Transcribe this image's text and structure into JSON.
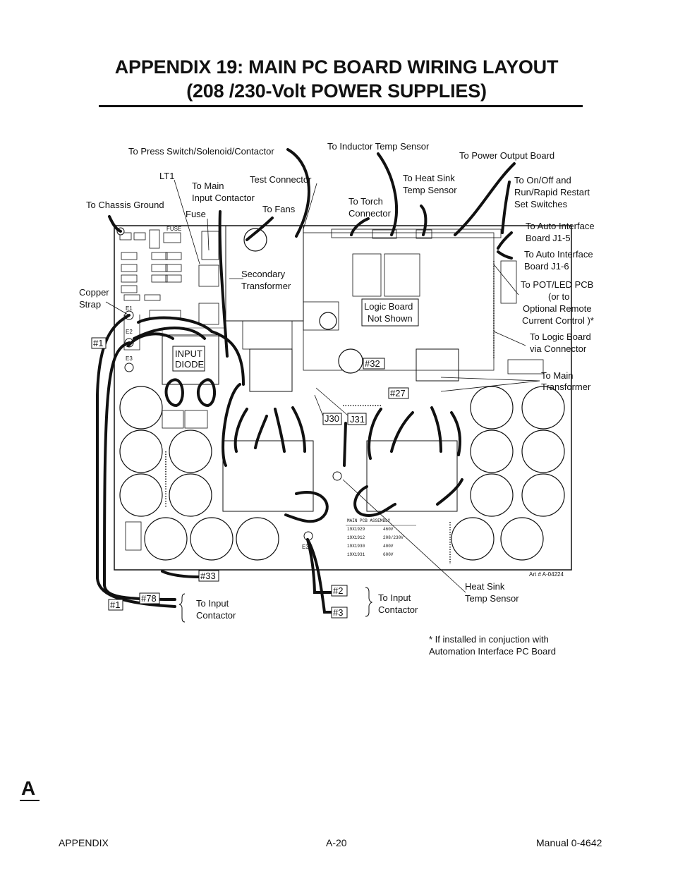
{
  "title": {
    "line1": "APPENDIX 19:  MAIN PC BOARD WIRING LAYOUT",
    "line2": "(208 /230-Volt POWER SUPPLIES)"
  },
  "labels": {
    "press_switch": "To Press Switch/Solenoid/Contactor",
    "inductor_temp": "To Inductor Temp Sensor",
    "power_output": "To Power Output Board",
    "lt1": "LT1",
    "main_contactor_1": "To Main",
    "main_contactor_2": "Input Contactor",
    "test_connector": "Test Connector",
    "heat_sink_1": "To Heat Sink",
    "heat_sink_2": "Temp Sensor",
    "onoff_1": "To On/Off and",
    "onoff_2": "Run/Rapid Restart",
    "onoff_3": "Set Switches",
    "chassis_ground": "To Chassis Ground",
    "fuse": "Fuse",
    "fans": "To Fans",
    "torch_1": "To Torch",
    "torch_2": "Connector",
    "auto_j15_1": "To Auto Interface",
    "auto_j15_2": "Board J1-5",
    "auto_j16_1": "To Auto Interface",
    "auto_j16_2": "Board J1-6",
    "pot_1": "To POT/LED PCB",
    "pot_2": "(or to",
    "pot_3": "Optional Remote",
    "pot_4": "Current Control )*",
    "secondary_1": "Secondary",
    "secondary_2": "Transformer",
    "copper_1": "Copper",
    "copper_2": "Strap",
    "logic_board_1": "Logic Board",
    "logic_board_2": "Not Shown",
    "logic_conn_1": "To Logic Board",
    "logic_conn_2": "via Connector",
    "main_xfmr_1": "To Main",
    "main_xfmr_2": "Transformer",
    "input_diode_1": "INPUT",
    "input_diode_2": "DIODE",
    "j30": "J30",
    "j31": "J31",
    "w1a": "#1",
    "w32": "#32",
    "w27": "#27",
    "w33": "#33",
    "w78": "#78",
    "w1b": "#1",
    "w2": "#2",
    "w3": "#3",
    "input_contactor_l1": "To Input",
    "input_contactor_l2": "Contactor",
    "input_contactor_r1": "To Input",
    "input_contactor_r2": "Contactor",
    "hs_sensor_1": "Heat Sink",
    "hs_sensor_2": "Temp Sensor",
    "art": "Art # A-04224",
    "footnote_1": "* If installed in conjuction with",
    "footnote_2": "Automation Interface PC Board"
  },
  "assembly_table": {
    "heading": "MAIN PCB ASSEMBLY",
    "rows": [
      [
        "19X1929",
        "460V"
      ],
      [
        "19X1912",
        "208/230V"
      ],
      [
        "19X1930",
        "400V"
      ],
      [
        "19X1931",
        "600V"
      ]
    ]
  },
  "board_marks": {
    "e1": "E1",
    "e2": "E2",
    "e3": "E3",
    "e33": "E33",
    "fuse": "FUSE"
  },
  "tab_letter": "A",
  "footer": {
    "left": "APPENDIX",
    "center": "A-20",
    "right": "Manual 0-4642"
  }
}
